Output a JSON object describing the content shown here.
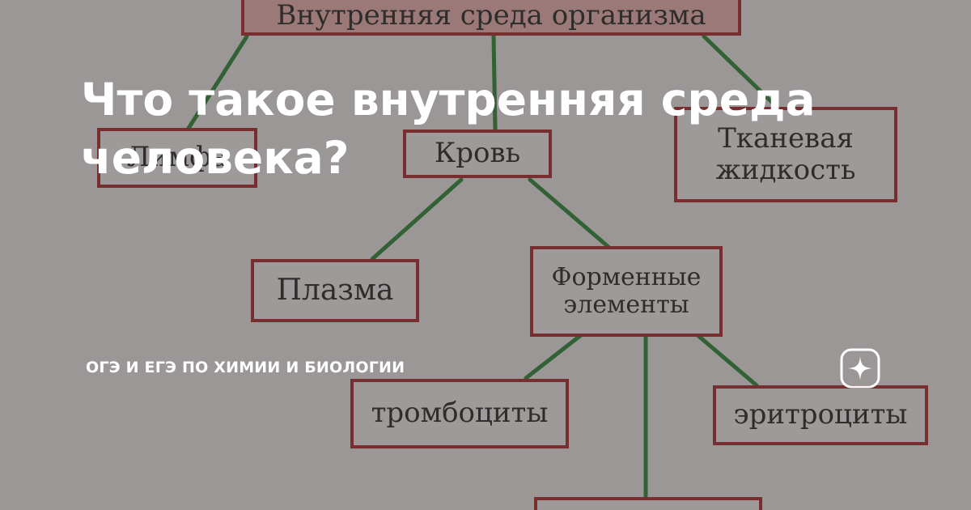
{
  "header": {
    "title": "Что такое внутренняя среда человека?",
    "channel": "ОГЭ И ЕГЭ ПО ХИМИИ И БИОЛОГИИ",
    "logo_icon": "zen-star-icon"
  },
  "diagram": {
    "root": "Внутренняя среда организма",
    "level1": [
      "Лимфа",
      "Кровь",
      "Тканевая жидкость"
    ],
    "blood_parts": [
      "Плазма",
      "Форменные элементы"
    ],
    "formed_elements": [
      "тромбоциты",
      "эритроциты"
    ]
  },
  "colors": {
    "box_border": "#b02a2d",
    "connector": "#2e8a36",
    "overlay": "rgba(55,50,50,0.46)",
    "text": "#ffffff"
  }
}
